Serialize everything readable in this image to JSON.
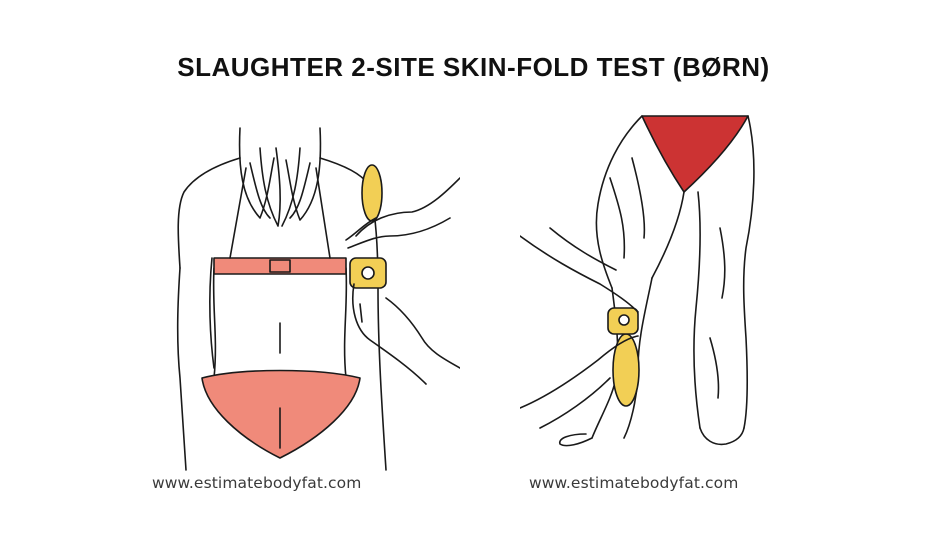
{
  "title": "SLAUGHTER 2-SITE SKIN-FOLD TEST (BØRN)",
  "figures": [
    {
      "caption": "www.estimatebodyfat.com",
      "icon": "triceps-skinfold-illustration"
    },
    {
      "caption": "www.estimatebodyfat.com",
      "icon": "calf-skinfold-illustration"
    }
  ],
  "colors": {
    "bikini": "#f08a7a",
    "highlight": "#cc3333",
    "caliper": "#f2cf55",
    "line": "#1a1a1a"
  }
}
